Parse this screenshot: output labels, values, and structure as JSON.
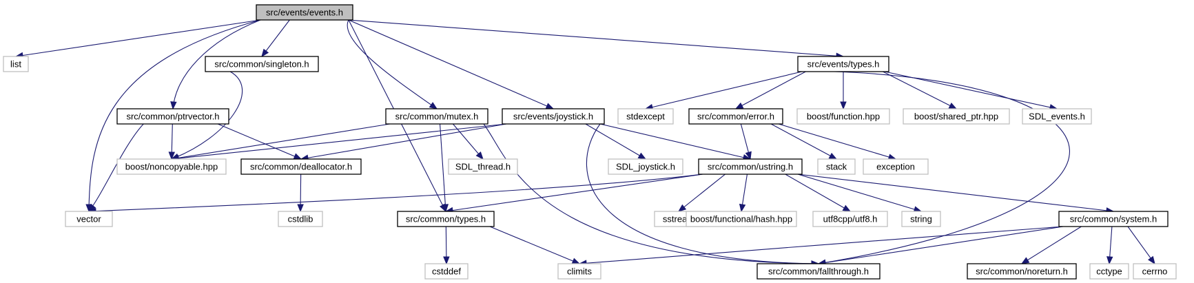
{
  "diagram": {
    "title": "Include dependency graph for events.h",
    "colors": {
      "edge": "#191970",
      "main_fill": "#bfbfbf",
      "local_border": "#000000",
      "external_border": "#bfbfbf"
    },
    "nodes": [
      {
        "id": "events_h",
        "label": "src/events/events.h",
        "kind": "main"
      },
      {
        "id": "list",
        "label": "list",
        "kind": "external"
      },
      {
        "id": "singleton",
        "label": "src/common/singleton.h",
        "kind": "local"
      },
      {
        "id": "evtypes",
        "label": "src/events/types.h",
        "kind": "local"
      },
      {
        "id": "ptrvector",
        "label": "src/common/ptrvector.h",
        "kind": "local"
      },
      {
        "id": "mutex",
        "label": "src/common/mutex.h",
        "kind": "local"
      },
      {
        "id": "joystick",
        "label": "src/events/joystick.h",
        "kind": "local"
      },
      {
        "id": "stdexcept",
        "label": "stdexcept",
        "kind": "external"
      },
      {
        "id": "error",
        "label": "src/common/error.h",
        "kind": "local"
      },
      {
        "id": "bfunction",
        "label": "boost/function.hpp",
        "kind": "external"
      },
      {
        "id": "bshared",
        "label": "boost/shared_ptr.hpp",
        "kind": "external"
      },
      {
        "id": "sdlevents",
        "label": "SDL_events.h",
        "kind": "external"
      },
      {
        "id": "noncopyable",
        "label": "boost/noncopyable.hpp",
        "kind": "external"
      },
      {
        "id": "deallocator",
        "label": "src/common/deallocator.h",
        "kind": "local"
      },
      {
        "id": "sdlthread",
        "label": "SDL_thread.h",
        "kind": "external"
      },
      {
        "id": "sdljoystick",
        "label": "SDL_joystick.h",
        "kind": "external"
      },
      {
        "id": "ustring",
        "label": "src/common/ustring.h",
        "kind": "local"
      },
      {
        "id": "stack",
        "label": "stack",
        "kind": "external"
      },
      {
        "id": "exception",
        "label": "exception",
        "kind": "external"
      },
      {
        "id": "vector",
        "label": "vector",
        "kind": "external"
      },
      {
        "id": "cstdlib",
        "label": "cstdlib",
        "kind": "external"
      },
      {
        "id": "ctypes",
        "label": "src/common/types.h",
        "kind": "local"
      },
      {
        "id": "sstream",
        "label": "sstream",
        "kind": "external"
      },
      {
        "id": "bhash",
        "label": "boost/functional/hash.hpp",
        "kind": "external"
      },
      {
        "id": "utf8",
        "label": "utf8cpp/utf8.h",
        "kind": "external"
      },
      {
        "id": "string",
        "label": "string",
        "kind": "external"
      },
      {
        "id": "system",
        "label": "src/common/system.h",
        "kind": "local"
      },
      {
        "id": "cstddef",
        "label": "cstddef",
        "kind": "external"
      },
      {
        "id": "climits",
        "label": "climits",
        "kind": "external"
      },
      {
        "id": "fallthrough",
        "label": "src/common/fallthrough.h",
        "kind": "local"
      },
      {
        "id": "noreturn",
        "label": "src/common/noreturn.h",
        "kind": "local"
      },
      {
        "id": "cctype",
        "label": "cctype",
        "kind": "external"
      },
      {
        "id": "cerrno",
        "label": "cerrno",
        "kind": "external"
      }
    ],
    "edges": [
      [
        "events_h",
        "list"
      ],
      [
        "events_h",
        "vector"
      ],
      [
        "events_h",
        "ptrvector"
      ],
      [
        "events_h",
        "singleton"
      ],
      [
        "events_h",
        "ctypes"
      ],
      [
        "events_h",
        "mutex"
      ],
      [
        "events_h",
        "joystick"
      ],
      [
        "events_h",
        "evtypes"
      ],
      [
        "singleton",
        "noncopyable"
      ],
      [
        "ptrvector",
        "vector"
      ],
      [
        "ptrvector",
        "noncopyable"
      ],
      [
        "ptrvector",
        "deallocator"
      ],
      [
        "mutex",
        "noncopyable"
      ],
      [
        "mutex",
        "sdlthread"
      ],
      [
        "mutex",
        "ctypes"
      ],
      [
        "mutex",
        "fallthrough"
      ],
      [
        "joystick",
        "noncopyable"
      ],
      [
        "joystick",
        "deallocator"
      ],
      [
        "joystick",
        "sdljoystick"
      ],
      [
        "joystick",
        "ustring"
      ],
      [
        "joystick",
        "fallthrough"
      ],
      [
        "evtypes",
        "stdexcept"
      ],
      [
        "evtypes",
        "error"
      ],
      [
        "evtypes",
        "bfunction"
      ],
      [
        "evtypes",
        "bshared"
      ],
      [
        "evtypes",
        "sdlevents"
      ],
      [
        "evtypes",
        "fallthrough"
      ],
      [
        "error",
        "ustring"
      ],
      [
        "error",
        "stack"
      ],
      [
        "error",
        "exception"
      ],
      [
        "deallocator",
        "cstdlib"
      ],
      [
        "ustring",
        "vector"
      ],
      [
        "ustring",
        "ctypes"
      ],
      [
        "ustring",
        "sstream"
      ],
      [
        "ustring",
        "bhash"
      ],
      [
        "ustring",
        "utf8"
      ],
      [
        "ustring",
        "string"
      ],
      [
        "ustring",
        "system"
      ],
      [
        "ctypes",
        "cstddef"
      ],
      [
        "ctypes",
        "climits"
      ],
      [
        "system",
        "climits"
      ],
      [
        "system",
        "fallthrough"
      ],
      [
        "system",
        "noreturn"
      ],
      [
        "system",
        "cctype"
      ],
      [
        "system",
        "cerrno"
      ]
    ]
  }
}
